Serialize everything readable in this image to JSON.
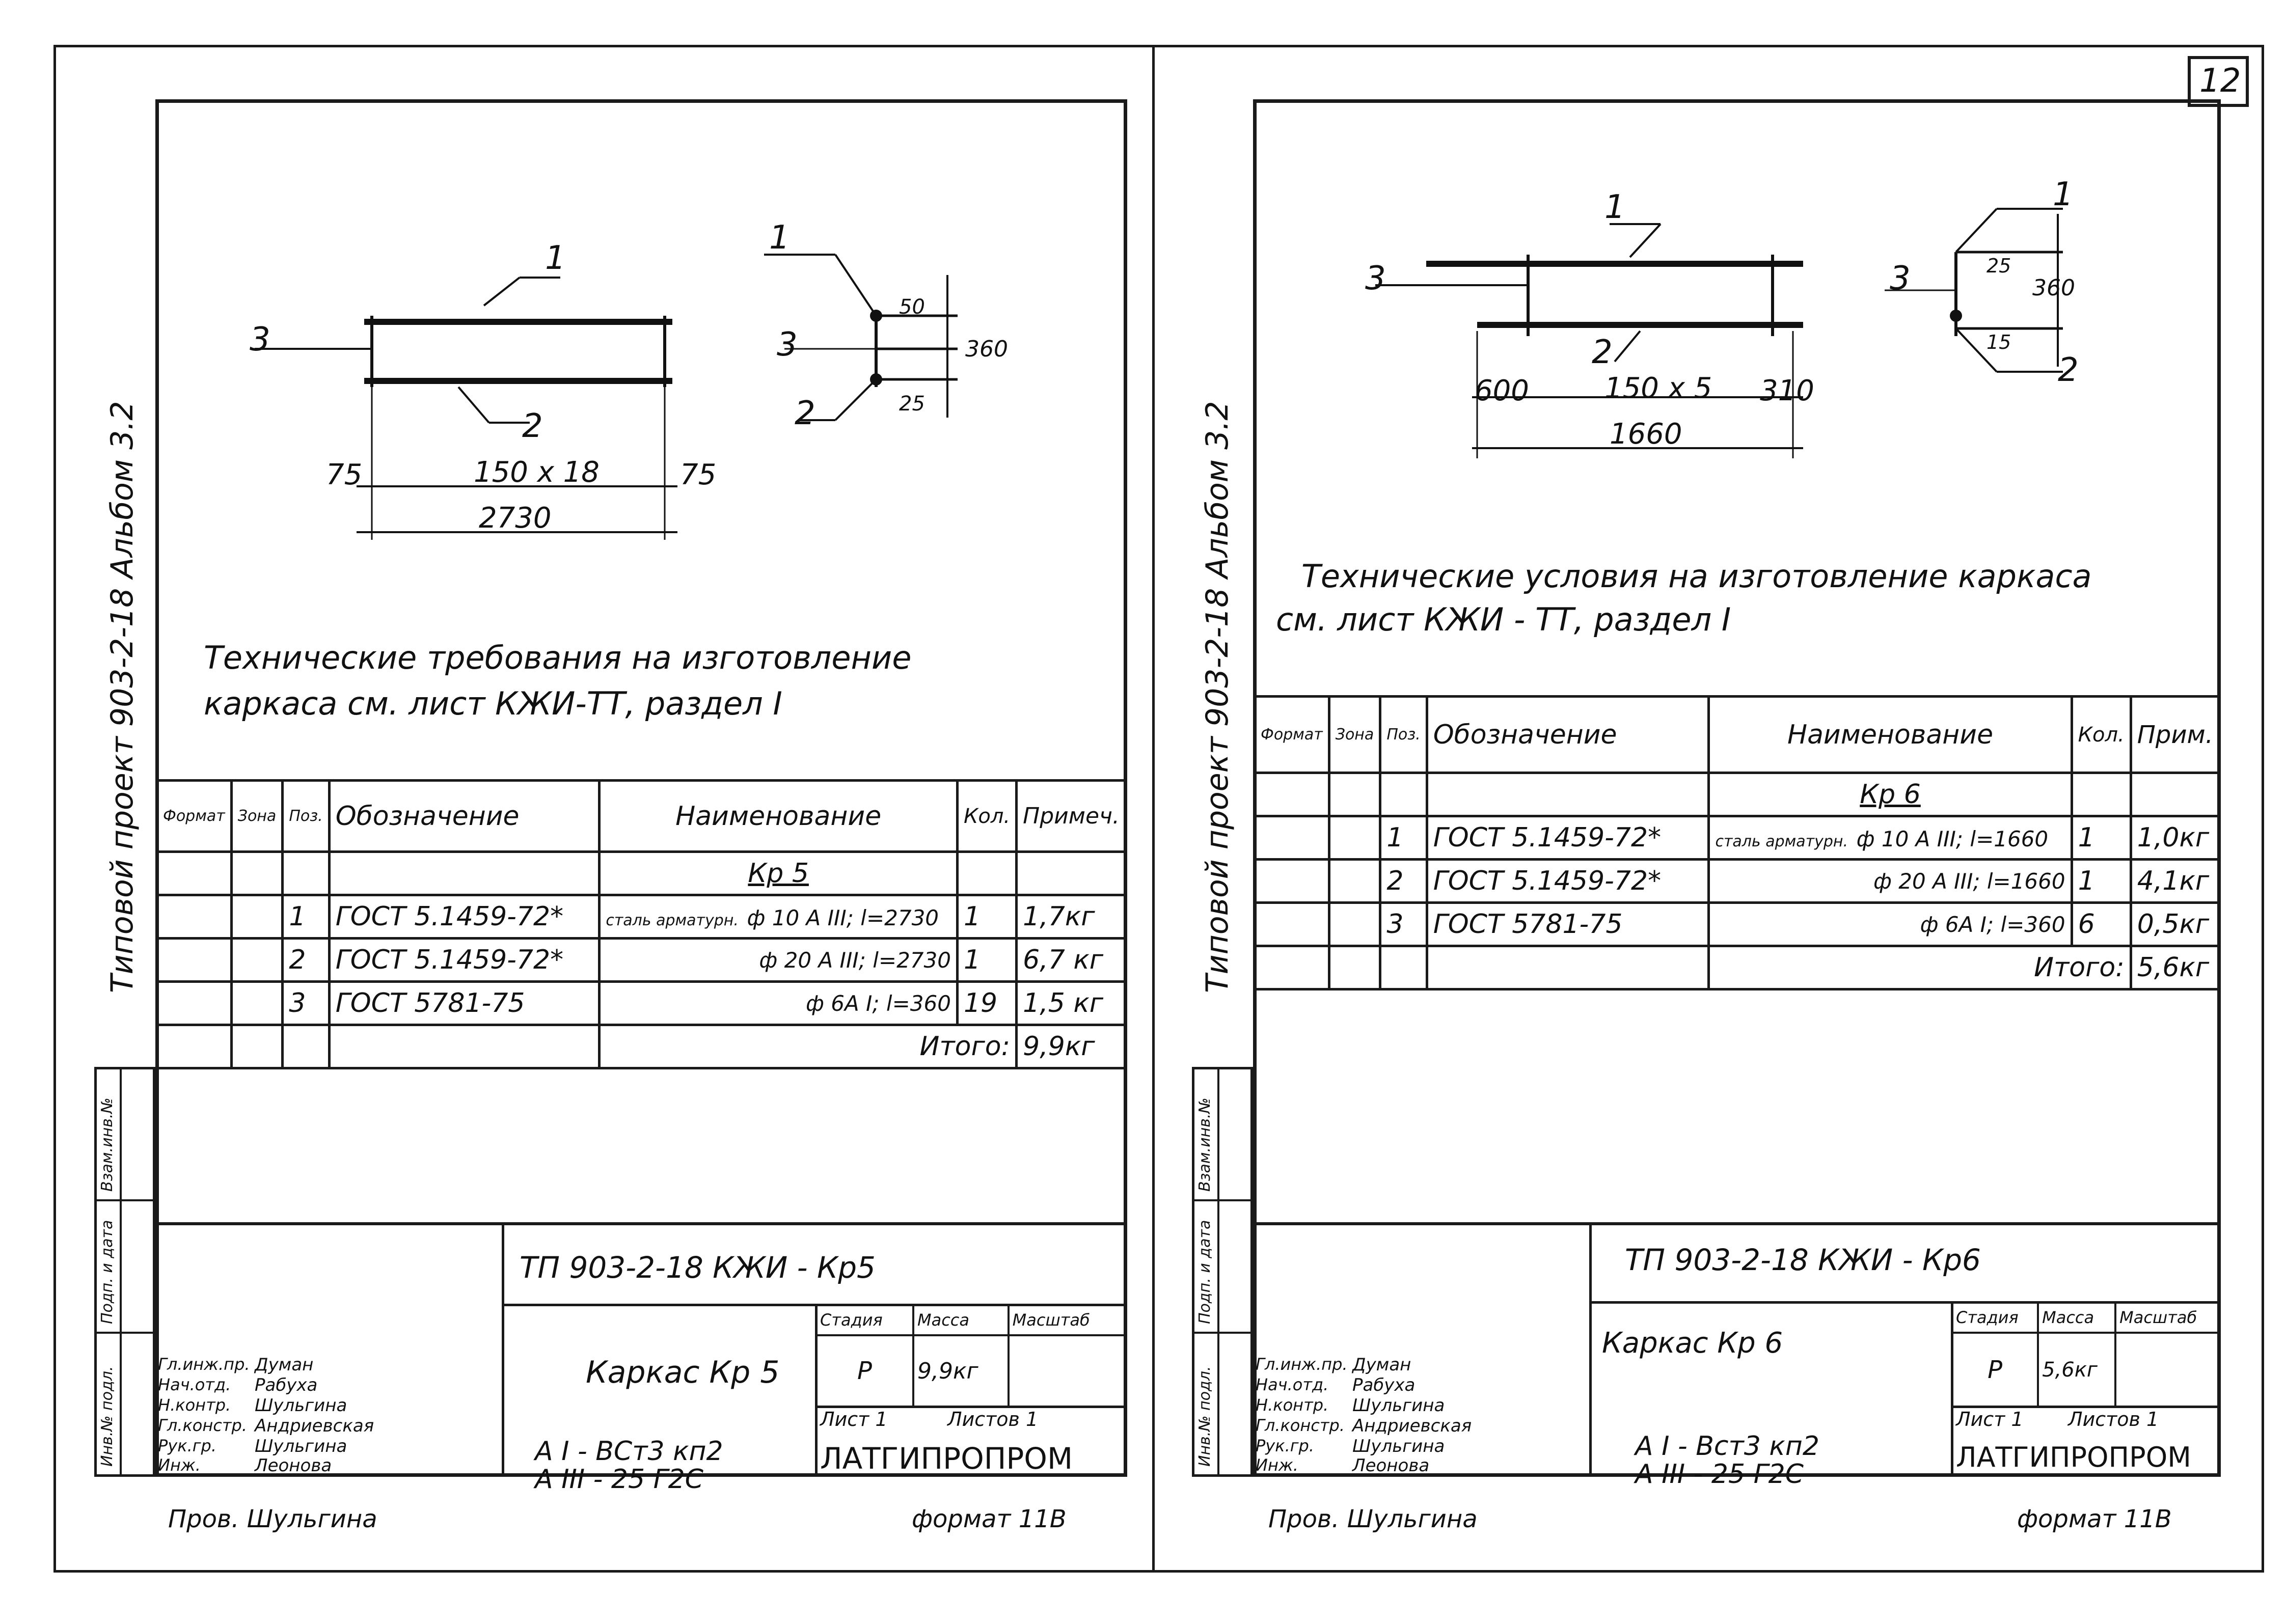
{
  "page_number": "12",
  "left_sheet": {
    "side_vertical": "Типовой проект 903-2-18    Альбом 3.2",
    "stamp_vertical": [
      "Инв.№ подл.",
      "Подп. и дата",
      "Взам.инв.№"
    ],
    "drawing": {
      "labels": {
        "pos1": "1",
        "pos2": "2",
        "pos3": "3",
        "pos1b": "1",
        "pos2b": "2",
        "pos3b": "3"
      },
      "dims": {
        "edge_left": "75",
        "spacing": "150 x 18",
        "edge_right": "75",
        "total": "2730",
        "top": "50",
        "height": "360",
        "bottom": "25"
      }
    },
    "note": [
      "Технические требования на изготовление",
      "каркаса см. лист КЖИ-ТТ, раздел I"
    ],
    "table": {
      "headers": {
        "format": "Формат",
        "zone": "Зона",
        "pos": "Поз.",
        "designation": "Обозначение",
        "name": "Наименование",
        "qty": "Кол.",
        "note": "Примеч."
      },
      "group": "Кр 5",
      "rows": [
        {
          "pos": "1",
          "designation": "ГОСТ 5.1459-72*",
          "name_a": "сталь арматурн.",
          "name_b": "ф 10 А III; l=2730",
          "qty": "1",
          "note": "1,7кг"
        },
        {
          "pos": "2",
          "designation": "ГОСТ 5.1459-72*",
          "name_a": "",
          "name_b": "ф 20 А III; l=2730",
          "qty": "1",
          "note": "6,7 кг"
        },
        {
          "pos": "3",
          "designation": "ГОСТ 5781-75",
          "name_a": "",
          "name_b": "ф 6А I; l=360",
          "qty": "19",
          "note": "1,5 кг"
        }
      ],
      "total_label": "Итого:",
      "total_value": "9,9кг"
    },
    "title_block": {
      "code": "ТП 903-2-18      КЖИ - Кр5",
      "item": "Каркас Кр 5",
      "stage_h": "Стадия",
      "mass_h": "Масса",
      "scale_h": "Масштаб",
      "stage": "Р",
      "mass": "9,9кг",
      "scale": "",
      "sheet": "Лист 1",
      "sheets": "Листов 1",
      "material_a": "A I - ВСт3 кп2",
      "material_b": "A III - 25 Г2С",
      "org": "ЛАТГИПРОПРОМ",
      "roles": [
        {
          "role": "Гл.инж.пр.",
          "name": "Думан"
        },
        {
          "role": "Нач.отд.",
          "name": "Рабуха"
        },
        {
          "role": "Н.контр.",
          "name": "Шульгина"
        },
        {
          "role": "Гл.констр.",
          "name": "Андриевская"
        },
        {
          "role": "Рук.гр.",
          "name": "Шульгина"
        },
        {
          "role": "Инж.",
          "name": "Леонова"
        }
      ],
      "checked": "Пров. Шульгина",
      "format": "формат 11В"
    }
  },
  "right_sheet": {
    "side_vertical": "Типовой проект 903-2-18    Альбом 3.2",
    "stamp_vertical": [
      "Инв.№ подл.",
      "Подп. и дата",
      "Взам.инв.№"
    ],
    "drawing": {
      "labels": {
        "pos1": "1",
        "pos2": "2",
        "pos3": "3",
        "pos1b": "1",
        "pos2b": "2",
        "pos3b": "3"
      },
      "dims": {
        "edge_left": "600",
        "spacing": "150 x 5",
        "edge_right": "310",
        "total": "1660",
        "top": "25",
        "height": "360",
        "bottom": "15"
      }
    },
    "note": [
      "Технические условия на изготовление каркаса",
      "см. лист КЖИ - ТТ, раздел I"
    ],
    "table": {
      "headers": {
        "format": "Формат",
        "zone": "Зона",
        "pos": "Поз.",
        "designation": "Обозначение",
        "name": "Наименование",
        "qty": "Кол.",
        "note": "Прим."
      },
      "group": "Кр 6",
      "rows": [
        {
          "pos": "1",
          "designation": "ГОСТ 5.1459-72*",
          "name_a": "сталь арматурн.",
          "name_b": "ф 10 А III; l=1660",
          "qty": "1",
          "note": "1,0кг"
        },
        {
          "pos": "2",
          "designation": "ГОСТ 5.1459-72*",
          "name_a": "",
          "name_b": "ф 20 А III; l=1660",
          "qty": "1",
          "note": "4,1кг"
        },
        {
          "pos": "3",
          "designation": "ГОСТ 5781-75",
          "name_a": "",
          "name_b": "ф 6А I; l=360",
          "qty": "6",
          "note": "0,5кг"
        }
      ],
      "total_label": "Итого:",
      "total_value": "5,6кг"
    },
    "title_block": {
      "code": "ТП 903-2-18   КЖИ - Кр6",
      "item": "Каркас Кр 6",
      "stage_h": "Стадия",
      "mass_h": "Масса",
      "scale_h": "Масштаб",
      "stage": "Р",
      "mass": "5,6кг",
      "scale": "",
      "sheet": "Лист 1",
      "sheets": "Листов 1",
      "material_a": "A I - Вст3 кп2",
      "material_b": "A III - 25 Г2С",
      "org": "ЛАТГИПРОПРОМ",
      "roles": [
        {
          "role": "Гл.инж.пр.",
          "name": "Думан"
        },
        {
          "role": "Нач.отд.",
          "name": "Рабуха"
        },
        {
          "role": "Н.контр.",
          "name": "Шульгина"
        },
        {
          "role": "Гл.констр.",
          "name": "Андриевская"
        },
        {
          "role": "Рук.гр.",
          "name": "Шульгина"
        },
        {
          "role": "Инж.",
          "name": "Леонова"
        }
      ],
      "checked": "Пров. Шульгина",
      "format": "формат 11В"
    }
  }
}
